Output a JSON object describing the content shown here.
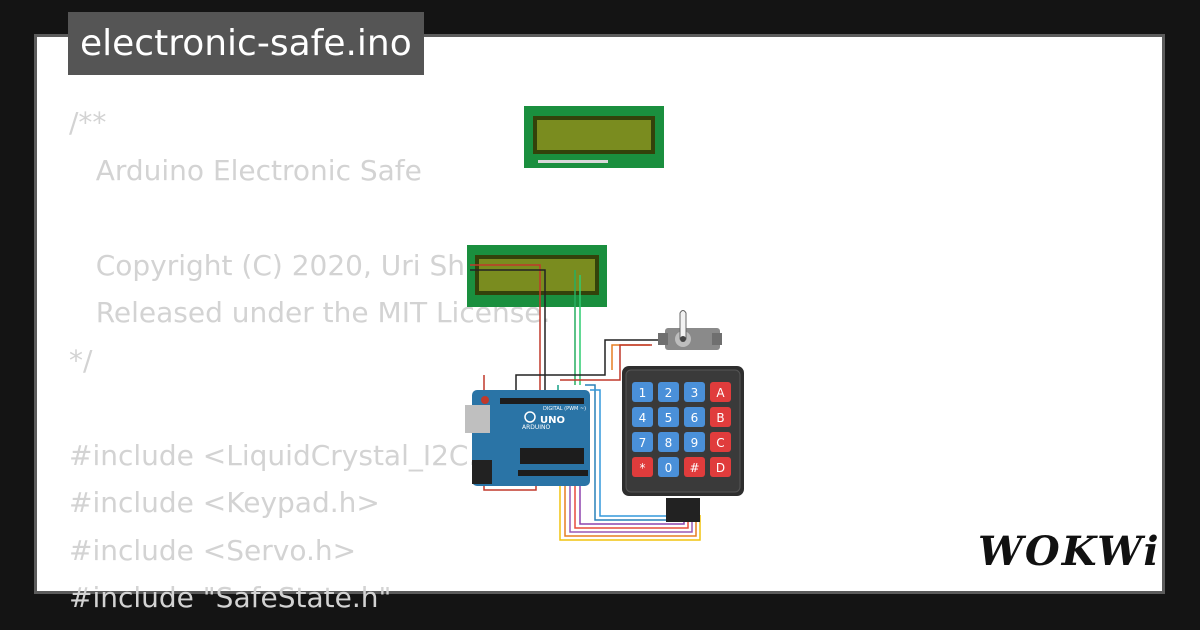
{
  "file_title": "electronic-safe.ino",
  "code_lines": [
    "/**",
    "   Arduino Electronic Safe",
    "",
    "   Copyright (C) 2020, Uri Sh",
    "   Released under the MIT License.",
    "*/",
    "",
    "#include <LiquidCrystal_I2C.h>",
    "#include <Keypad.h>",
    "#include <Servo.h>",
    "#include \"SafeState.h\""
  ],
  "brand": "WOKWi",
  "board": {
    "model": "UNO",
    "brand": "ARDUINO",
    "header_label": "DIGITAL (PWM ~)"
  },
  "keypad_keys": [
    "1",
    "2",
    "3",
    "A",
    "4",
    "5",
    "6",
    "B",
    "7",
    "8",
    "9",
    "C",
    "*",
    "0",
    "#",
    "D"
  ],
  "colors": {
    "background": "#141414",
    "card": "#ffffff",
    "code_text": "#d3d3d3",
    "title_tab": "#555555",
    "lcd_pcb": "#1a8f3e",
    "lcd_screen": "#7a8c1f",
    "board": "#2a74a6",
    "key_blue": "#4a90d9",
    "key_red": "#e03c3c"
  }
}
